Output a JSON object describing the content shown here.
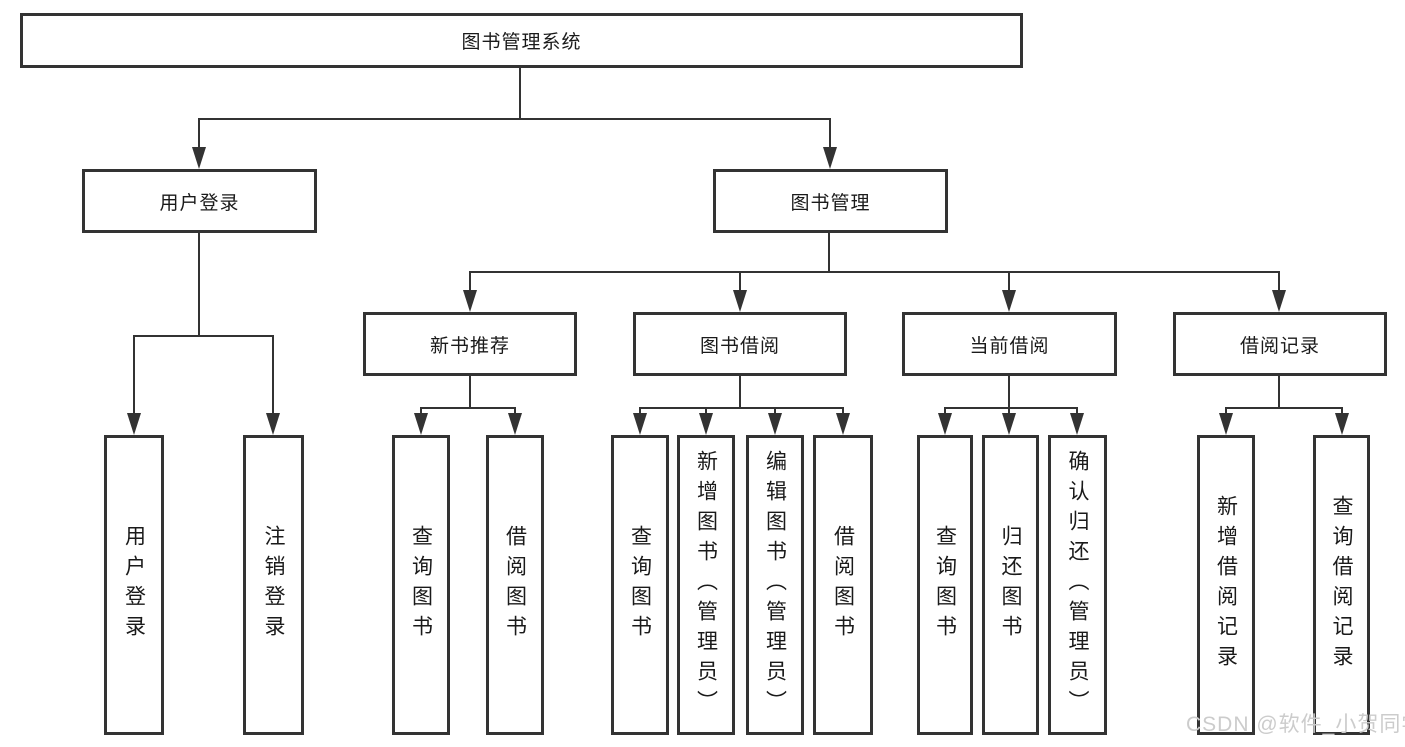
{
  "diagram": {
    "root": {
      "label": "图书管理系统"
    },
    "branches": [
      {
        "label": "用户登录",
        "children": [
          {
            "label": "用户登录"
          },
          {
            "label": "注销登录"
          }
        ]
      },
      {
        "label": "图书管理",
        "children": [
          {
            "label": "新书推荐",
            "children": [
              {
                "label": "查询图书"
              },
              {
                "label": "借阅图书"
              }
            ]
          },
          {
            "label": "图书借阅",
            "children": [
              {
                "label": "查询图书"
              },
              {
                "label": "新增图书（管理员）"
              },
              {
                "label": "编辑图书（管理员）"
              },
              {
                "label": "借阅图书"
              }
            ]
          },
          {
            "label": "当前借阅",
            "children": [
              {
                "label": "查询图书"
              },
              {
                "label": "归还图书"
              },
              {
                "label": "确认归还（管理员）"
              }
            ]
          },
          {
            "label": "借阅记录",
            "children": [
              {
                "label": "新增借阅记录"
              },
              {
                "label": "查询借阅记录"
              }
            ]
          }
        ]
      }
    ]
  },
  "watermark": {
    "text": "CSDN @软件_小贺同学",
    "color": "#cccccc"
  },
  "colors": {
    "line": "#333333",
    "box_border": "#333333",
    "text": "#1a1a1a",
    "background": "#ffffff"
  }
}
